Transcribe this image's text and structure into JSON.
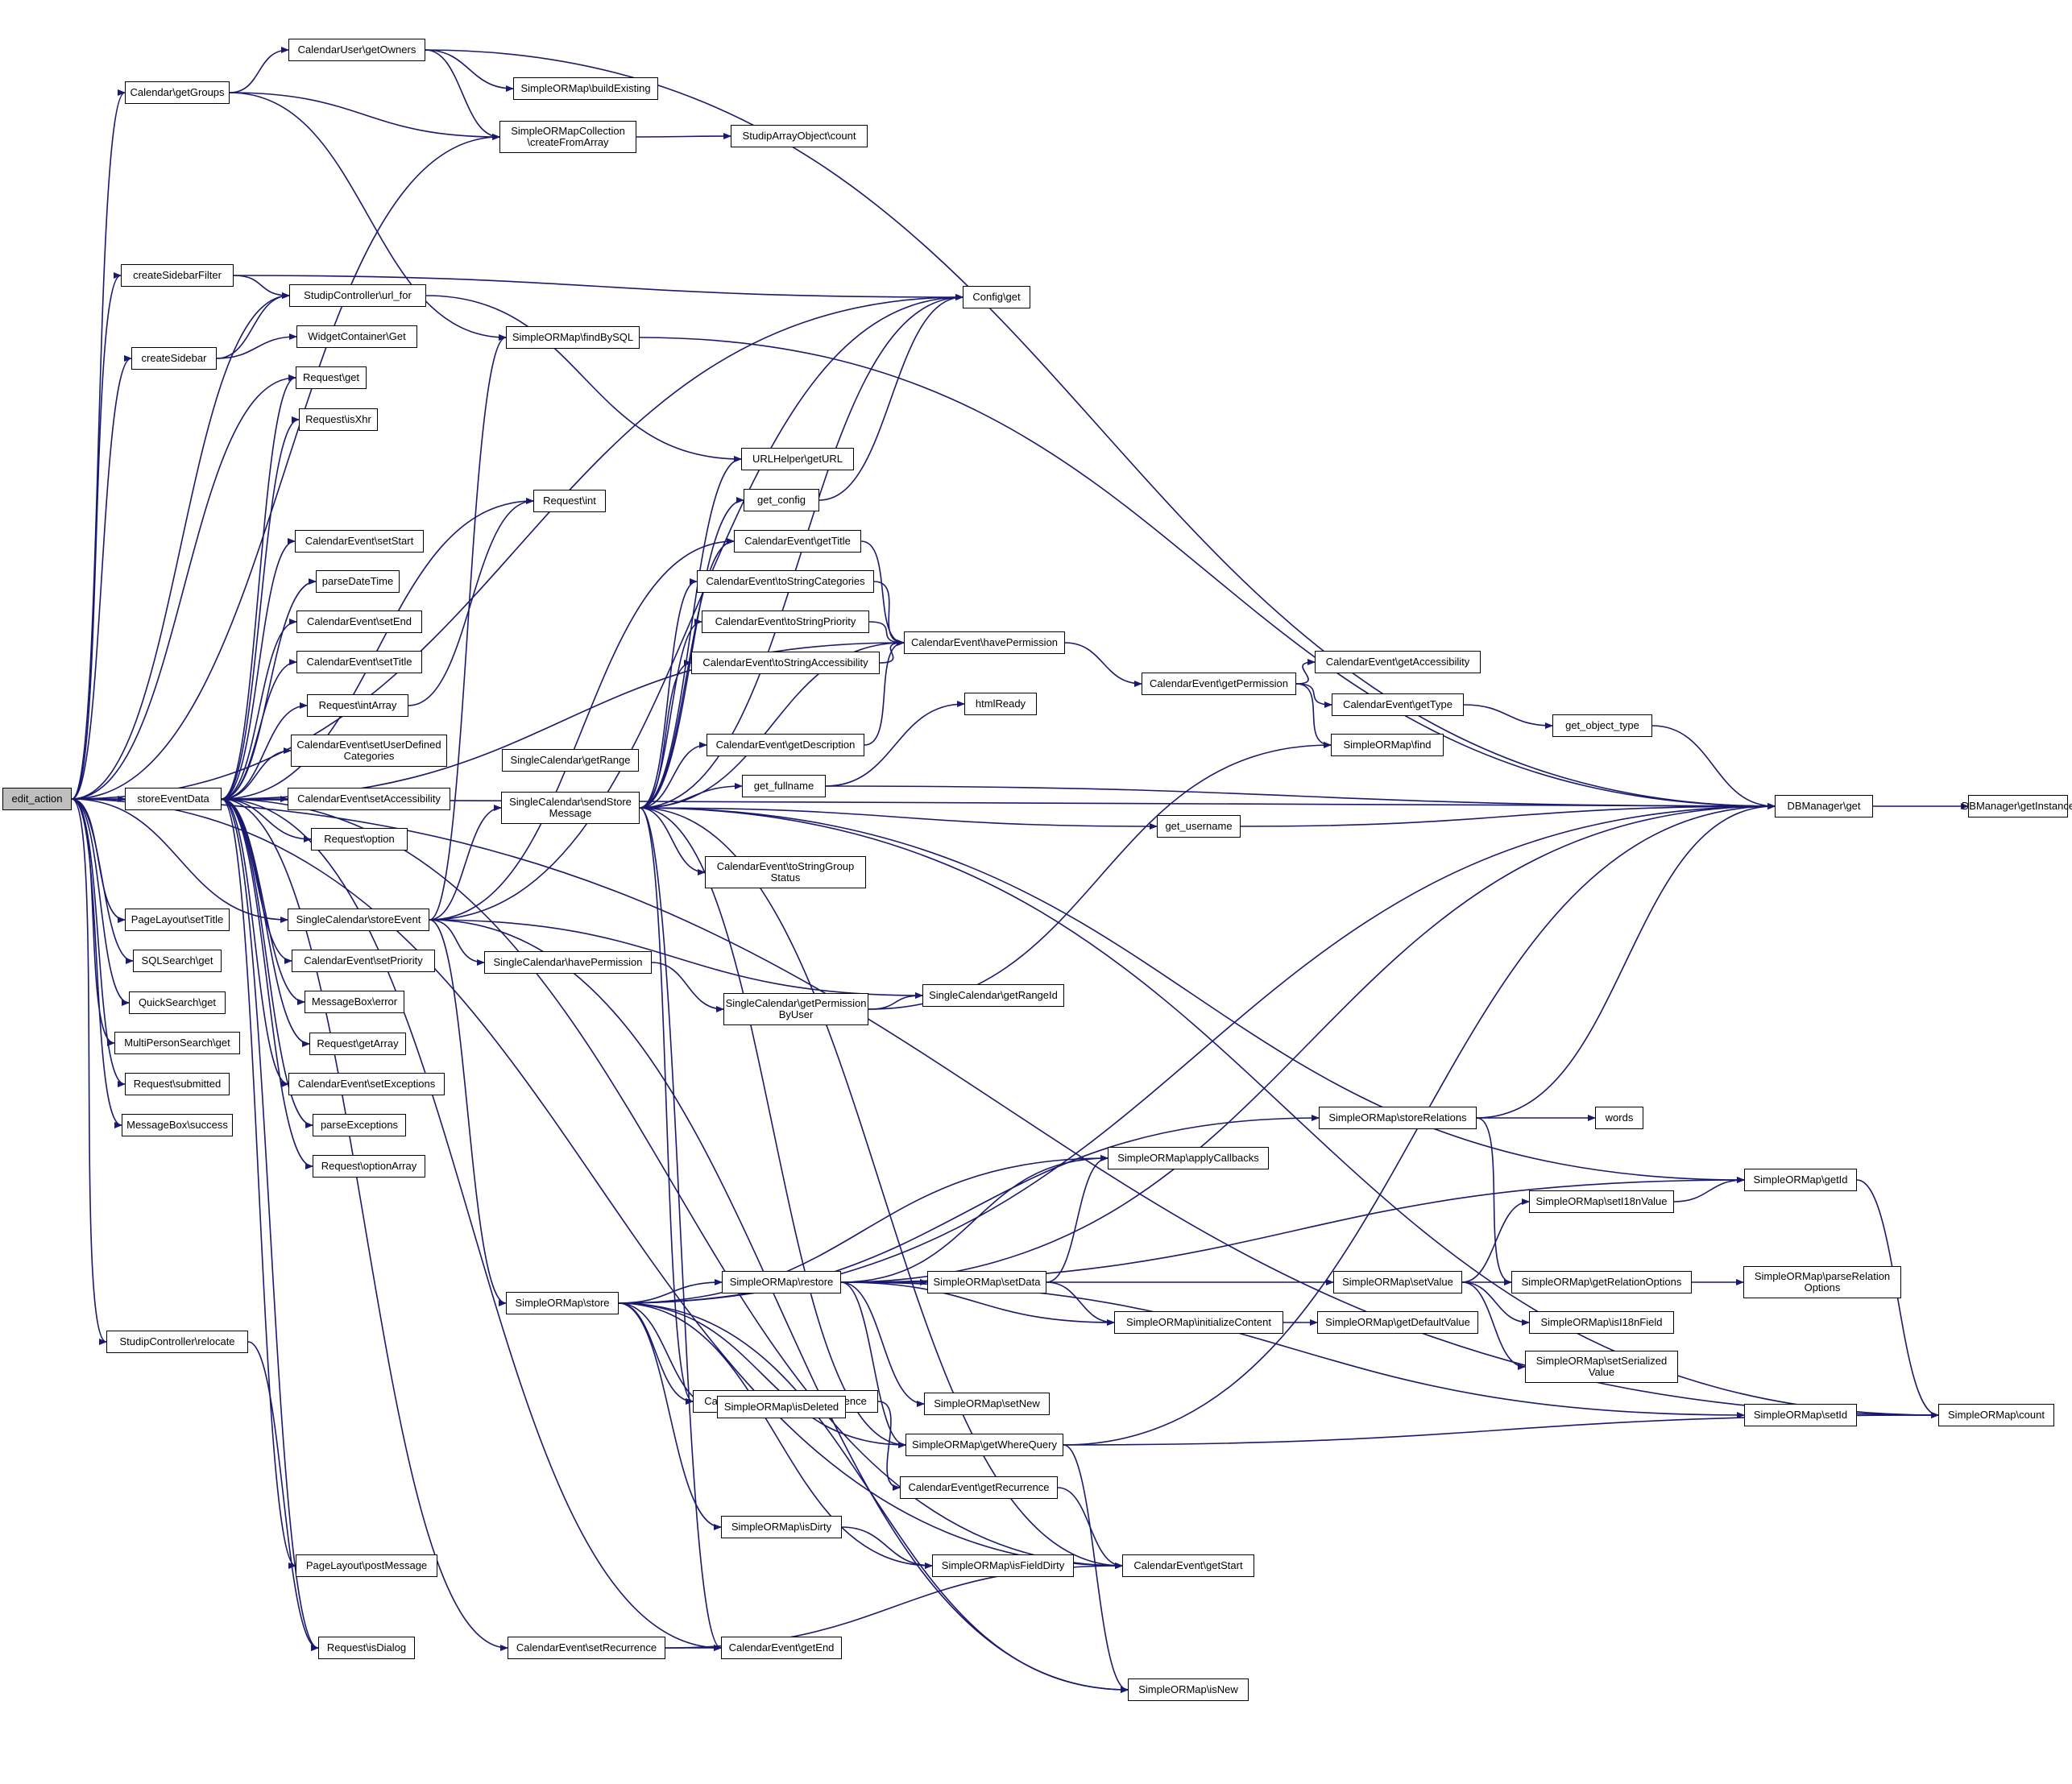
{
  "nodes": [
    {
      "id": "edit_action",
      "label": "edit_action",
      "root": true
    },
    {
      "id": "storeEventData",
      "label": "storeEventData"
    },
    {
      "id": "Calendar\\getGroups",
      "label": "Calendar\\getGroups"
    },
    {
      "id": "CalendarUser\\getOwners",
      "label": "CalendarUser\\getOwners"
    },
    {
      "id": "SimpleORMap\\buildExisting",
      "label": "SimpleORMap\\buildExisting"
    },
    {
      "id": "SimpleORMapCollection\\createFromArray",
      "label": "SimpleORMapCollection\n\\createFromArray"
    },
    {
      "id": "StudipArrayObject\\count",
      "label": "StudipArrayObject\\count"
    },
    {
      "id": "createSidebarFilter",
      "label": "createSidebarFilter"
    },
    {
      "id": "StudipController\\url_for",
      "label": "StudipController\\url_for"
    },
    {
      "id": "Config\\get",
      "label": "Config\\get"
    },
    {
      "id": "createSidebar",
      "label": "createSidebar"
    },
    {
      "id": "WidgetContainer\\Get",
      "label": "WidgetContainer\\Get"
    },
    {
      "id": "SimpleORMap\\findBySQL",
      "label": "SimpleORMap\\findBySQL"
    },
    {
      "id": "Request\\get",
      "label": "Request\\get"
    },
    {
      "id": "Request\\isXhr",
      "label": "Request\\isXhr"
    },
    {
      "id": "URLHelper\\getURL",
      "label": "URLHelper\\getURL"
    },
    {
      "id": "Request\\int",
      "label": "Request\\int"
    },
    {
      "id": "get_config",
      "label": "get_config"
    },
    {
      "id": "CalendarEvent\\setStart",
      "label": "CalendarEvent\\setStart"
    },
    {
      "id": "CalendarEvent\\getTitle",
      "label": "CalendarEvent\\getTitle"
    },
    {
      "id": "parseDateTime",
      "label": "parseDateTime"
    },
    {
      "id": "CalendarEvent\\toStringCategories",
      "label": "CalendarEvent\\toStringCategories"
    },
    {
      "id": "CalendarEvent\\setEnd",
      "label": "CalendarEvent\\setEnd"
    },
    {
      "id": "CalendarEvent\\toStringPriority",
      "label": "CalendarEvent\\toStringPriority"
    },
    {
      "id": "CalendarEvent\\havePermission",
      "label": "CalendarEvent\\havePermission"
    },
    {
      "id": "CalendarEvent\\setTitle",
      "label": "CalendarEvent\\setTitle"
    },
    {
      "id": "CalendarEvent\\toStringAccessibility",
      "label": "CalendarEvent\\toStringAccessibility"
    },
    {
      "id": "CalendarEvent\\getAccessibility",
      "label": "CalendarEvent\\getAccessibility"
    },
    {
      "id": "Request\\intArray",
      "label": "Request\\intArray"
    },
    {
      "id": "CalendarEvent\\getPermission",
      "label": "CalendarEvent\\getPermission"
    },
    {
      "id": "htmlReady",
      "label": "htmlReady"
    },
    {
      "id": "CalendarEvent\\getType",
      "label": "CalendarEvent\\getType"
    },
    {
      "id": "CalendarEvent\\getDescription",
      "label": "CalendarEvent\\getDescription"
    },
    {
      "id": "get_object_type",
      "label": "get_object_type"
    },
    {
      "id": "CalendarEvent\\setUserDefinedCategories",
      "label": "CalendarEvent\\setUserDefined\nCategories"
    },
    {
      "id": "SimpleORMap\\find",
      "label": "SimpleORMap\\find"
    },
    {
      "id": "SingleCalendar\\getRange",
      "label": "SingleCalendar\\getRange"
    },
    {
      "id": "get_fullname",
      "label": "get_fullname"
    },
    {
      "id": "CalendarEvent\\setAccessibility",
      "label": "CalendarEvent\\setAccessibility"
    },
    {
      "id": "SingleCalendar\\sendStoreMessage",
      "label": "SingleCalendar\\sendStore\nMessage"
    },
    {
      "id": "DBManager\\get",
      "label": "DBManager\\get"
    },
    {
      "id": "DBManager\\getInstance",
      "label": "DBManager\\getInstance"
    },
    {
      "id": "get_username",
      "label": "get_username"
    },
    {
      "id": "Request\\option",
      "label": "Request\\option"
    },
    {
      "id": "CalendarEvent\\toStringGroupStatus",
      "label": "CalendarEvent\\toStringGroup\nStatus"
    },
    {
      "id": "PageLayout\\setTitle",
      "label": "PageLayout\\setTitle"
    },
    {
      "id": "SingleCalendar\\storeEvent",
      "label": "SingleCalendar\\storeEvent"
    },
    {
      "id": "CalendarEvent\\setPriority",
      "label": "CalendarEvent\\setPriority"
    },
    {
      "id": "SQLSearch\\get",
      "label": "SQLSearch\\get"
    },
    {
      "id": "SingleCalendar\\havePermission",
      "label": "SingleCalendar\\havePermission"
    },
    {
      "id": "SingleCalendar\\getRangeId",
      "label": "SingleCalendar\\getRangeId"
    },
    {
      "id": "SingleCalendar\\getPermissionByUser",
      "label": "SingleCalendar\\getPermission\nByUser"
    },
    {
      "id": "QuickSearch\\get",
      "label": "QuickSearch\\get"
    },
    {
      "id": "MessageBox\\error",
      "label": "MessageBox\\error"
    },
    {
      "id": "MultiPersonSearch\\get",
      "label": "MultiPersonSearch\\get"
    },
    {
      "id": "Request\\getArray",
      "label": "Request\\getArray"
    },
    {
      "id": "Request\\submitted",
      "label": "Request\\submitted"
    },
    {
      "id": "CalendarEvent\\setExceptions",
      "label": "CalendarEvent\\setExceptions"
    },
    {
      "id": "MessageBox\\success",
      "label": "MessageBox\\success"
    },
    {
      "id": "parseExceptions",
      "label": "parseExceptions"
    },
    {
      "id": "SimpleORMap\\storeRelations",
      "label": "SimpleORMap\\storeRelations"
    },
    {
      "id": "words",
      "label": "words"
    },
    {
      "id": "Request\\optionArray",
      "label": "Request\\optionArray"
    },
    {
      "id": "SimpleORMap\\applyCallbacks",
      "label": "SimpleORMap\\applyCallbacks"
    },
    {
      "id": "SimpleORMap\\getId",
      "label": "SimpleORMap\\getId"
    },
    {
      "id": "SimpleORMap\\setI18nValue",
      "label": "SimpleORMap\\setI18nValue"
    },
    {
      "id": "SimpleORMap\\store",
      "label": "SimpleORMap\\store"
    },
    {
      "id": "SimpleORMap\\restore",
      "label": "SimpleORMap\\restore"
    },
    {
      "id": "SimpleORMap\\setData",
      "label": "SimpleORMap\\setData"
    },
    {
      "id": "SimpleORMap\\setValue",
      "label": "SimpleORMap\\setValue"
    },
    {
      "id": "SimpleORMap\\getRelationOptions",
      "label": "SimpleORMap\\getRelationOptions"
    },
    {
      "id": "SimpleORMap\\parseRelationOptions",
      "label": "SimpleORMap\\parseRelation\nOptions"
    },
    {
      "id": "SimpleORMap\\initializeContent",
      "label": "SimpleORMap\\initializeContent"
    },
    {
      "id": "SimpleORMap\\getDefaultValue",
      "label": "SimpleORMap\\getDefaultValue"
    },
    {
      "id": "SimpleORMap\\isI18nField",
      "label": "SimpleORMap\\isI18nField"
    },
    {
      "id": "SimpleORMap\\setSerializedValue",
      "label": "SimpleORMap\\setSerialized\nValue"
    },
    {
      "id": "StudipController\\relocate",
      "label": "StudipController\\relocate"
    },
    {
      "id": "SimpleORMap\\setNew",
      "label": "SimpleORMap\\setNew"
    },
    {
      "id": "CalendarEvent\\toStringRecurrence",
      "label": "CalendarEvent\\toStringRecurrence"
    },
    {
      "id": "SimpleORMap\\getWhereQuery",
      "label": "SimpleORMap\\getWhereQuery"
    },
    {
      "id": "SimpleORMap\\setId",
      "label": "SimpleORMap\\setId"
    },
    {
      "id": "SimpleORMap\\count",
      "label": "SimpleORMap\\count"
    },
    {
      "id": "SimpleORMap\\isDeleted",
      "label": "SimpleORMap\\isDeleted"
    },
    {
      "id": "CalendarEvent\\getRecurrence",
      "label": "CalendarEvent\\getRecurrence"
    },
    {
      "id": "SimpleORMap\\isDirty",
      "label": "SimpleORMap\\isDirty"
    },
    {
      "id": "SimpleORMap\\isFieldDirty",
      "label": "SimpleORMap\\isFieldDirty"
    },
    {
      "id": "PageLayout\\postMessage",
      "label": "PageLayout\\postMessage"
    },
    {
      "id": "CalendarEvent\\getStart",
      "label": "CalendarEvent\\getStart"
    },
    {
      "id": "Request\\isDialog",
      "label": "Request\\isDialog"
    },
    {
      "id": "CalendarEvent\\setRecurrence",
      "label": "CalendarEvent\\setRecurrence"
    },
    {
      "id": "CalendarEvent\\getEnd",
      "label": "CalendarEvent\\getEnd"
    },
    {
      "id": "SimpleORMap\\isNew",
      "label": "SimpleORMap\\isNew"
    }
  ],
  "edges": [
    [
      "edit_action",
      "Calendar\\getGroups"
    ],
    [
      "edit_action",
      "SimpleORMapCollection\\createFromArray"
    ],
    [
      "edit_action",
      "DBManager\\get"
    ],
    [
      "edit_action",
      "Config\\get"
    ],
    [
      "edit_action",
      "createSidebarFilter"
    ],
    [
      "edit_action",
      "StudipController\\url_for"
    ],
    [
      "edit_action",
      "createSidebar"
    ],
    [
      "edit_action",
      "Request\\get"
    ],
    [
      "edit_action",
      "storeEventData"
    ],
    [
      "edit_action",
      "PageLayout\\setTitle"
    ],
    [
      "edit_action",
      "SQLSearch\\get"
    ],
    [
      "edit_action",
      "QuickSearch\\get"
    ],
    [
      "edit_action",
      "MultiPersonSearch\\get"
    ],
    [
      "edit_action",
      "Request\\submitted"
    ],
    [
      "edit_action",
      "MessageBox\\success"
    ],
    [
      "edit_action",
      "StudipController\\relocate"
    ],
    [
      "edit_action",
      "SingleCalendar\\storeEvent"
    ],
    [
      "edit_action",
      "CalendarEvent\\getStart"
    ],
    [
      "edit_action",
      "SimpleORMap\\count"
    ],
    [
      "Calendar\\getGroups",
      "CalendarUser\\getOwners"
    ],
    [
      "Calendar\\getGroups",
      "SimpleORMapCollection\\createFromArray"
    ],
    [
      "Calendar\\getGroups",
      "SimpleORMap\\findBySQL"
    ],
    [
      "CalendarUser\\getOwners",
      "SimpleORMap\\buildExisting"
    ],
    [
      "CalendarUser\\getOwners",
      "SimpleORMapCollection\\createFromArray"
    ],
    [
      "CalendarUser\\getOwners",
      "DBManager\\get"
    ],
    [
      "SimpleORMapCollection\\createFromArray",
      "StudipArrayObject\\count"
    ],
    [
      "createSidebarFilter",
      "StudipController\\url_for"
    ],
    [
      "createSidebarFilter",
      "Config\\get"
    ],
    [
      "createSidebar",
      "StudipController\\url_for"
    ],
    [
      "createSidebar",
      "WidgetContainer\\Get"
    ],
    [
      "StudipController\\url_for",
      "URLHelper\\getURL"
    ],
    [
      "SimpleORMap\\findBySQL",
      "DBManager\\get"
    ],
    [
      "storeEventData",
      "Request\\get"
    ],
    [
      "storeEventData",
      "Request\\isXhr"
    ],
    [
      "storeEventData",
      "Request\\int"
    ],
    [
      "storeEventData",
      "CalendarEvent\\setStart"
    ],
    [
      "storeEventData",
      "parseDateTime"
    ],
    [
      "storeEventData",
      "CalendarEvent\\setEnd"
    ],
    [
      "storeEventData",
      "CalendarEvent\\setTitle"
    ],
    [
      "storeEventData",
      "Request\\intArray"
    ],
    [
      "storeEventData",
      "CalendarEvent\\setUserDefinedCategories"
    ],
    [
      "storeEventData",
      "CalendarEvent\\setAccessibility"
    ],
    [
      "storeEventData",
      "Request\\option"
    ],
    [
      "storeEventData",
      "CalendarEvent\\setPriority"
    ],
    [
      "storeEventData",
      "MessageBox\\error"
    ],
    [
      "storeEventData",
      "Request\\getArray"
    ],
    [
      "storeEventData",
      "CalendarEvent\\setExceptions"
    ],
    [
      "storeEventData",
      "parseExceptions"
    ],
    [
      "storeEventData",
      "Request\\optionArray"
    ],
    [
      "storeEventData",
      "PageLayout\\postMessage"
    ],
    [
      "storeEventData",
      "CalendarEvent\\setRecurrence"
    ],
    [
      "storeEventData",
      "CalendarEvent\\getEnd"
    ],
    [
      "storeEventData",
      "CalendarEvent\\havePermission"
    ],
    [
      "storeEventData",
      "CalendarEvent\\getStart"
    ],
    [
      "storeEventData",
      "Request\\isDialog"
    ],
    [
      "Request\\intArray",
      "Request\\int"
    ],
    [
      "SingleCalendar\\storeEvent",
      "SingleCalendar\\sendStoreMessage"
    ],
    [
      "SingleCalendar\\storeEvent",
      "SingleCalendar\\havePermission"
    ],
    [
      "SingleCalendar\\storeEvent",
      "SingleCalendar\\getRangeId"
    ],
    [
      "SingleCalendar\\storeEvent",
      "SimpleORMap\\store"
    ],
    [
      "SingleCalendar\\storeEvent",
      "SimpleORMap\\isNew"
    ],
    [
      "SingleCalendar\\storeEvent",
      "CalendarEvent\\getTitle"
    ],
    [
      "SingleCalendar\\storeEvent",
      "Config\\get"
    ],
    [
      "SingleCalendar\\storeEvent",
      "SimpleORMap\\findBySQL"
    ],
    [
      "SingleCalendar\\havePermission",
      "SingleCalendar\\getPermissionByUser"
    ],
    [
      "SingleCalendar\\getPermissionByUser",
      "SingleCalendar\\getRangeId"
    ],
    [
      "SingleCalendar\\getPermissionByUser",
      "SimpleORMap\\find"
    ],
    [
      "SingleCalendar\\sendStoreMessage",
      "URLHelper\\getURL"
    ],
    [
      "SingleCalendar\\sendStoreMessage",
      "get_config"
    ],
    [
      "SingleCalendar\\sendStoreMessage",
      "CalendarEvent\\getTitle"
    ],
    [
      "SingleCalendar\\sendStoreMessage",
      "CalendarEvent\\toStringCategories"
    ],
    [
      "SingleCalendar\\sendStoreMessage",
      "CalendarEvent\\toStringPriority"
    ],
    [
      "SingleCalendar\\sendStoreMessage",
      "CalendarEvent\\toStringAccessibility"
    ],
    [
      "SingleCalendar\\sendStoreMessage",
      "CalendarEvent\\getDescription"
    ],
    [
      "SingleCalendar\\sendStoreMessage",
      "get_fullname"
    ],
    [
      "SingleCalendar\\sendStoreMessage",
      "get_username"
    ],
    [
      "SingleCalendar\\sendStoreMessage",
      "CalendarEvent\\toStringGroupStatus"
    ],
    [
      "SingleCalendar\\sendStoreMessage",
      "Config\\get"
    ],
    [
      "SingleCalendar\\sendStoreMessage",
      "CalendarEvent\\havePermission"
    ],
    [
      "SingleCalendar\\sendStoreMessage",
      "SimpleORMap\\count"
    ],
    [
      "SingleCalendar\\sendStoreMessage",
      "SimpleORMap\\getId"
    ],
    [
      "SingleCalendar\\sendStoreMessage",
      "CalendarEvent\\toStringRecurrence"
    ],
    [
      "SingleCalendar\\sendStoreMessage",
      "CalendarEvent\\getStart"
    ],
    [
      "SingleCalendar\\sendStoreMessage",
      "CalendarEvent\\getEnd"
    ],
    [
      "SingleCalendar\\sendStoreMessage",
      "SimpleORMap\\getWhereQuery"
    ],
    [
      "get_config",
      "Config\\get"
    ],
    [
      "CalendarEvent\\getTitle",
      "CalendarEvent\\havePermission"
    ],
    [
      "CalendarEvent\\toStringCategories",
      "CalendarEvent\\havePermission"
    ],
    [
      "CalendarEvent\\toStringPriority",
      "CalendarEvent\\havePermission"
    ],
    [
      "CalendarEvent\\toStringAccessibility",
      "CalendarEvent\\havePermission"
    ],
    [
      "CalendarEvent\\getDescription",
      "CalendarEvent\\havePermission"
    ],
    [
      "CalendarEvent\\havePermission",
      "CalendarEvent\\getPermission"
    ],
    [
      "CalendarEvent\\getPermission",
      "CalendarEvent\\getAccessibility"
    ],
    [
      "CalendarEvent\\getPermission",
      "CalendarEvent\\getType"
    ],
    [
      "CalendarEvent\\getPermission",
      "SimpleORMap\\find"
    ],
    [
      "CalendarEvent\\getType",
      "get_object_type"
    ],
    [
      "get_object_type",
      "DBManager\\get"
    ],
    [
      "get_fullname",
      "htmlReady"
    ],
    [
      "get_fullname",
      "DBManager\\get"
    ],
    [
      "get_username",
      "DBManager\\get"
    ],
    [
      "DBManager\\get",
      "DBManager\\getInstance"
    ],
    [
      "SimpleORMap\\store",
      "SimpleORMap\\restore"
    ],
    [
      "SimpleORMap\\store",
      "SimpleORMap\\storeRelations"
    ],
    [
      "SimpleORMap\\store",
      "SimpleORMap\\applyCallbacks"
    ],
    [
      "SimpleORMap\\store",
      "DBManager\\get"
    ],
    [
      "SimpleORMap\\store",
      "SimpleORMap\\isDeleted"
    ],
    [
      "SimpleORMap\\store",
      "SimpleORMap\\isDirty"
    ],
    [
      "SimpleORMap\\store",
      "SimpleORMap\\isFieldDirty"
    ],
    [
      "SimpleORMap\\store",
      "SimpleORMap\\getWhereQuery"
    ],
    [
      "SimpleORMap\\store",
      "SimpleORMap\\isNew"
    ],
    [
      "SimpleORMap\\store",
      "CalendarEvent\\toStringRecurrence"
    ],
    [
      "SimpleORMap\\restore",
      "SimpleORMap\\setData"
    ],
    [
      "SimpleORMap\\restore",
      "SimpleORMap\\applyCallbacks"
    ],
    [
      "SimpleORMap\\restore",
      "SimpleORMap\\initializeContent"
    ],
    [
      "SimpleORMap\\restore",
      "SimpleORMap\\setNew"
    ],
    [
      "SimpleORMap\\restore",
      "SimpleORMap\\getWhereQuery"
    ],
    [
      "SimpleORMap\\restore",
      "SimpleORMap\\setId"
    ],
    [
      "SimpleORMap\\restore",
      "SimpleORMap\\getId"
    ],
    [
      "SimpleORMap\\restore",
      "DBManager\\get"
    ],
    [
      "SimpleORMap\\setData",
      "SimpleORMap\\setValue"
    ],
    [
      "SimpleORMap\\setData",
      "SimpleORMap\\initializeContent"
    ],
    [
      "SimpleORMap\\setData",
      "SimpleORMap\\applyCallbacks"
    ],
    [
      "SimpleORMap\\initializeContent",
      "SimpleORMap\\getDefaultValue"
    ],
    [
      "SimpleORMap\\setValue",
      "SimpleORMap\\setI18nValue"
    ],
    [
      "SimpleORMap\\setValue",
      "SimpleORMap\\getRelationOptions"
    ],
    [
      "SimpleORMap\\setValue",
      "SimpleORMap\\isI18nField"
    ],
    [
      "SimpleORMap\\setValue",
      "SimpleORMap\\setSerializedValue"
    ],
    [
      "SimpleORMap\\setI18nValue",
      "SimpleORMap\\getId"
    ],
    [
      "SimpleORMap\\getRelationOptions",
      "SimpleORMap\\parseRelationOptions"
    ],
    [
      "SimpleORMap\\storeRelations",
      "words"
    ],
    [
      "SimpleORMap\\storeRelations",
      "SimpleORMap\\getRelationOptions"
    ],
    [
      "SimpleORMap\\storeRelations",
      "DBManager\\get"
    ],
    [
      "SimpleORMap\\getId",
      "SimpleORMap\\count"
    ],
    [
      "SimpleORMap\\setId",
      "SimpleORMap\\count"
    ],
    [
      "SimpleORMap\\getWhereQuery",
      "SimpleORMap\\count"
    ],
    [
      "SimpleORMap\\getWhereQuery",
      "SimpleORMap\\isNew"
    ],
    [
      "SimpleORMap\\getWhereQuery",
      "DBManager\\get"
    ],
    [
      "CalendarEvent\\toStringRecurrence",
      "CalendarEvent\\getRecurrence"
    ],
    [
      "CalendarEvent\\getRecurrence",
      "CalendarEvent\\getStart"
    ],
    [
      "SimpleORMap\\isDirty",
      "SimpleORMap\\isFieldDirty"
    ],
    [
      "CalendarEvent\\setRecurrence",
      "CalendarEvent\\getEnd"
    ],
    [
      "CalendarEvent\\setRecurrence",
      "CalendarEvent\\getStart"
    ],
    [
      "StudipController\\relocate",
      "Request\\isDialog"
    ]
  ]
}
